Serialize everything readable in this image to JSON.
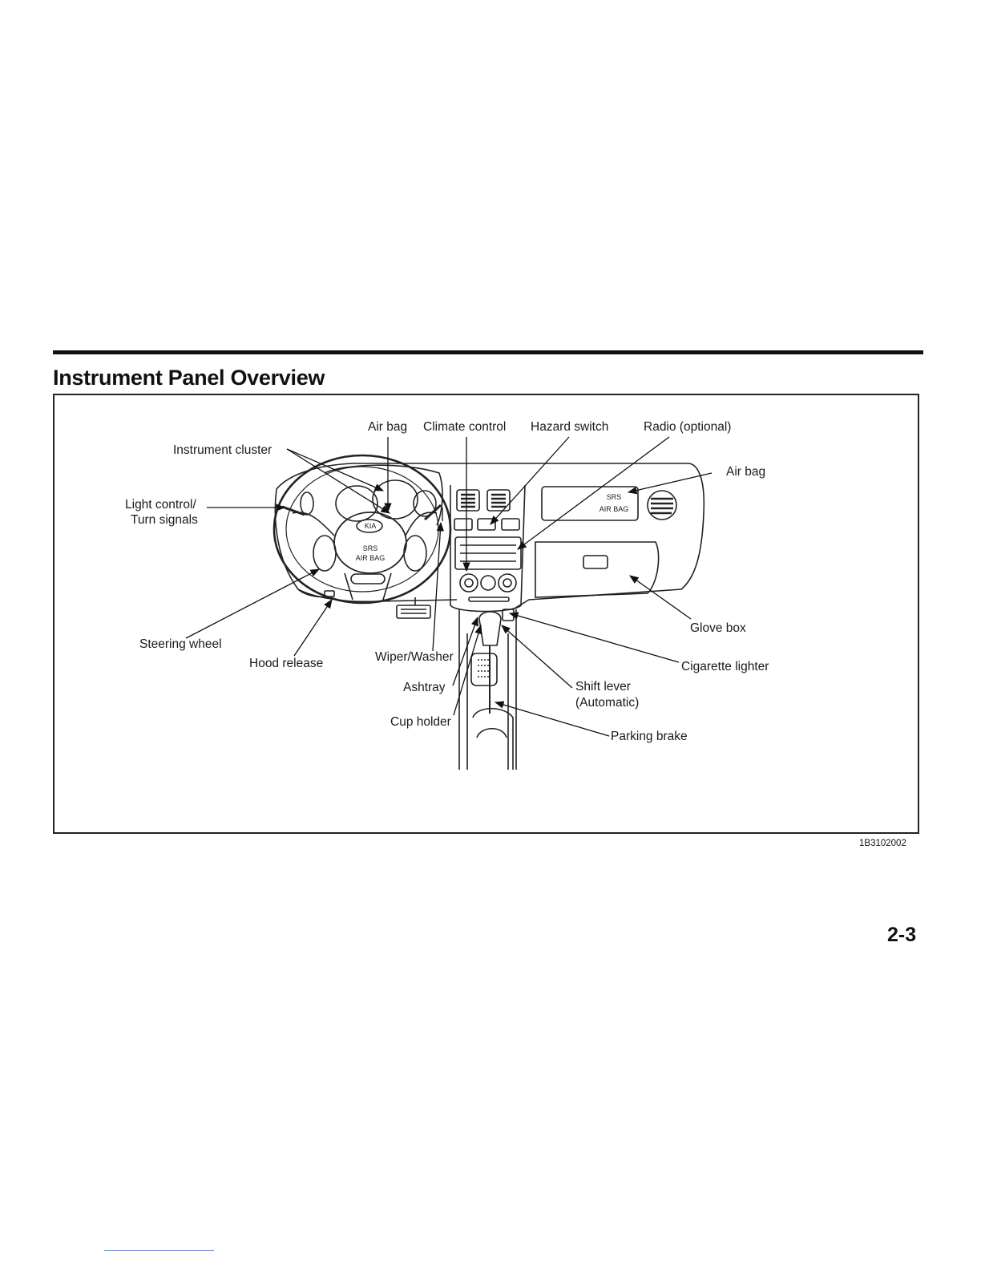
{
  "page": {
    "title": "Instrument Panel Overview",
    "figure_code": "1B3102002",
    "page_number": "2-3"
  },
  "labels": {
    "air_bag_top": "Air bag",
    "climate_control": "Climate control",
    "hazard_switch": "Hazard switch",
    "radio": "Radio (optional)",
    "instrument_cluster": "Instrument cluster",
    "air_bag_right": "Air bag",
    "light_control_1": "Light control/",
    "light_control_2": "Turn signals",
    "glove_box": "Glove box",
    "steering_wheel": "Steering wheel",
    "hood_release": "Hood release",
    "wiper_washer": "Wiper/Washer",
    "cigarette_lighter": "Cigarette lighter",
    "ashtray": "Ashtray",
    "shift_lever_1": "Shift lever",
    "shift_lever_2": "(Automatic)",
    "cup_holder": "Cup holder",
    "parking_brake": "Parking brake"
  },
  "dash_markings": {
    "srs": "SRS",
    "air_bag": "AIR BAG",
    "logo": "KIA"
  }
}
